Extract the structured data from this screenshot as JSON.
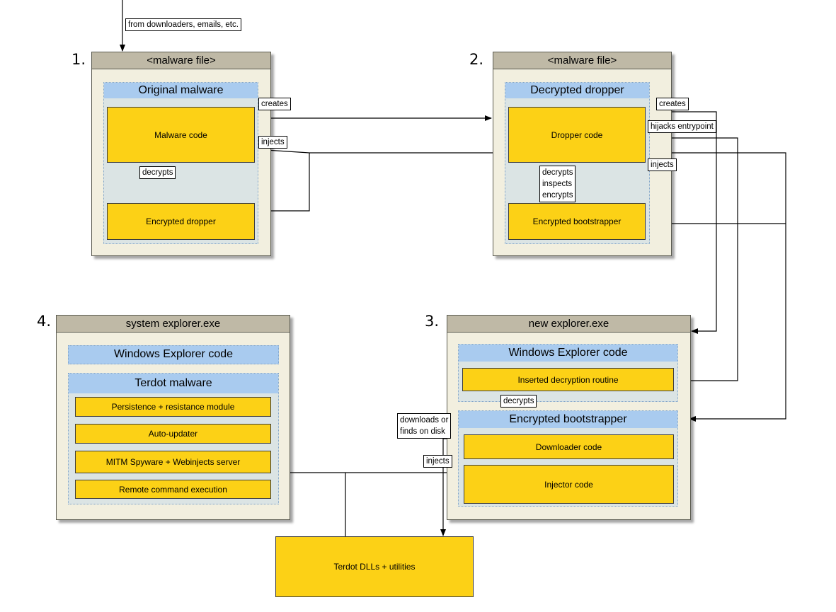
{
  "source_label": "from downloaders, emails, etc.",
  "panel1": {
    "number": "1.",
    "header": "<malware file>",
    "inner_title": "Original malware",
    "malware_code": "Malware code",
    "encrypted_dropper": "Encrypted dropper",
    "lbl_creates": "creates",
    "lbl_injects": "injects",
    "lbl_decrypts": "decrypts"
  },
  "panel2": {
    "number": "2.",
    "header": "<malware file>",
    "inner_title": "Decrypted dropper",
    "dropper_code": "Dropper code",
    "encrypted_bootstrapper": "Encrypted bootstrapper",
    "lbl_creates": "creates",
    "lbl_hijacks": "hijacks entrypoint",
    "lbl_injects": "injects",
    "lbl_multi": [
      "decrypts",
      "inspects",
      "encrypts"
    ]
  },
  "panel3": {
    "number": "3.",
    "header": "new explorer.exe",
    "windows_explorer_code": "Windows Explorer code",
    "inserted_routine": "Inserted decryption routine",
    "lbl_decrypts": "decrypts",
    "bootstrapper_title": "Encrypted bootstrapper",
    "downloader_code": "Downloader code",
    "injector_code": "Injector code",
    "lbl_downloads": [
      "downloads or",
      "finds on disk"
    ],
    "lbl_injects": "injects"
  },
  "panel4": {
    "number": "4.",
    "header": "system explorer.exe",
    "windows_explorer_code": "Windows Explorer code",
    "terdot_title": "Terdot malware",
    "modules": [
      "Persistence + resistance module",
      "Auto-updater",
      "MITM Spyware + Webinjects server",
      "Remote command execution"
    ]
  },
  "dlls": "Terdot DLLs + utilities",
  "colors": {
    "yellow": "#fcd116",
    "blue": "#a9cbef",
    "tan": "#bfb9a6",
    "panel": "#f2efdf",
    "inner": "#dbe4e4"
  }
}
